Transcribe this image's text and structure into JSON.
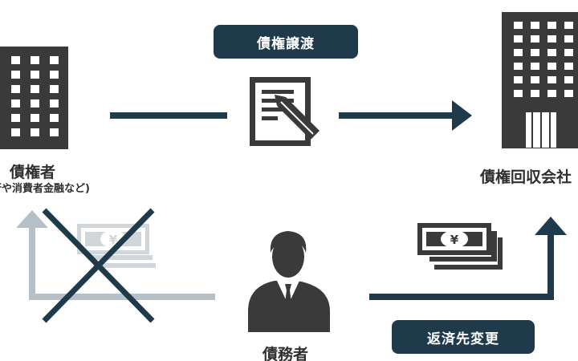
{
  "labels": {
    "transfer": "債権譲渡",
    "creditor": "債権者",
    "creditor_note": "(銀行や消費者金融など)",
    "collection_company": "債権回収会社",
    "debtor": "債務者",
    "payee_change": "返済先変更"
  },
  "icons": {
    "creditor_building": "office-building-icon",
    "collector_building": "office-building-icon",
    "document": "document-with-pen-icon",
    "debtor": "businessman-icon",
    "money_new": "yen-banknotes-icon",
    "money_old": "yen-banknotes-icon",
    "cross": "cross-out-icon"
  },
  "money_symbol": "¥",
  "colors": {
    "dark": "#1f3a4a",
    "icon": "#3a3a3a",
    "faded": "#b5c0c8",
    "cross": "#1f3a4a",
    "text": "#2f2f2f"
  }
}
